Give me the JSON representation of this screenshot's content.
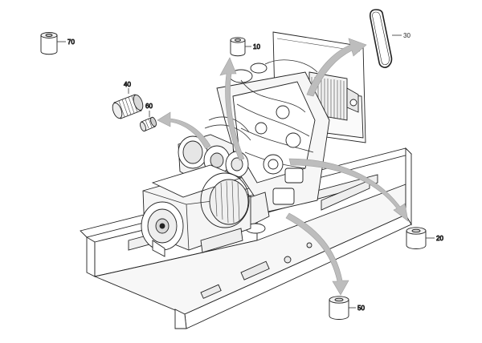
{
  "diagram": {
    "callouts": [
      {
        "id": "oil-filter-top-left",
        "label": "70"
      },
      {
        "id": "fuel-filter-top",
        "label": "10"
      },
      {
        "id": "belt",
        "label": "30"
      },
      {
        "id": "air-filter-element",
        "label": "40"
      },
      {
        "id": "small-filter",
        "label": "60"
      },
      {
        "id": "oil-filter-right",
        "label": "20"
      },
      {
        "id": "oil-filter-bottom",
        "label": "50"
      }
    ],
    "arrow_color": "#bdbdbd",
    "line_color": "#222222"
  }
}
